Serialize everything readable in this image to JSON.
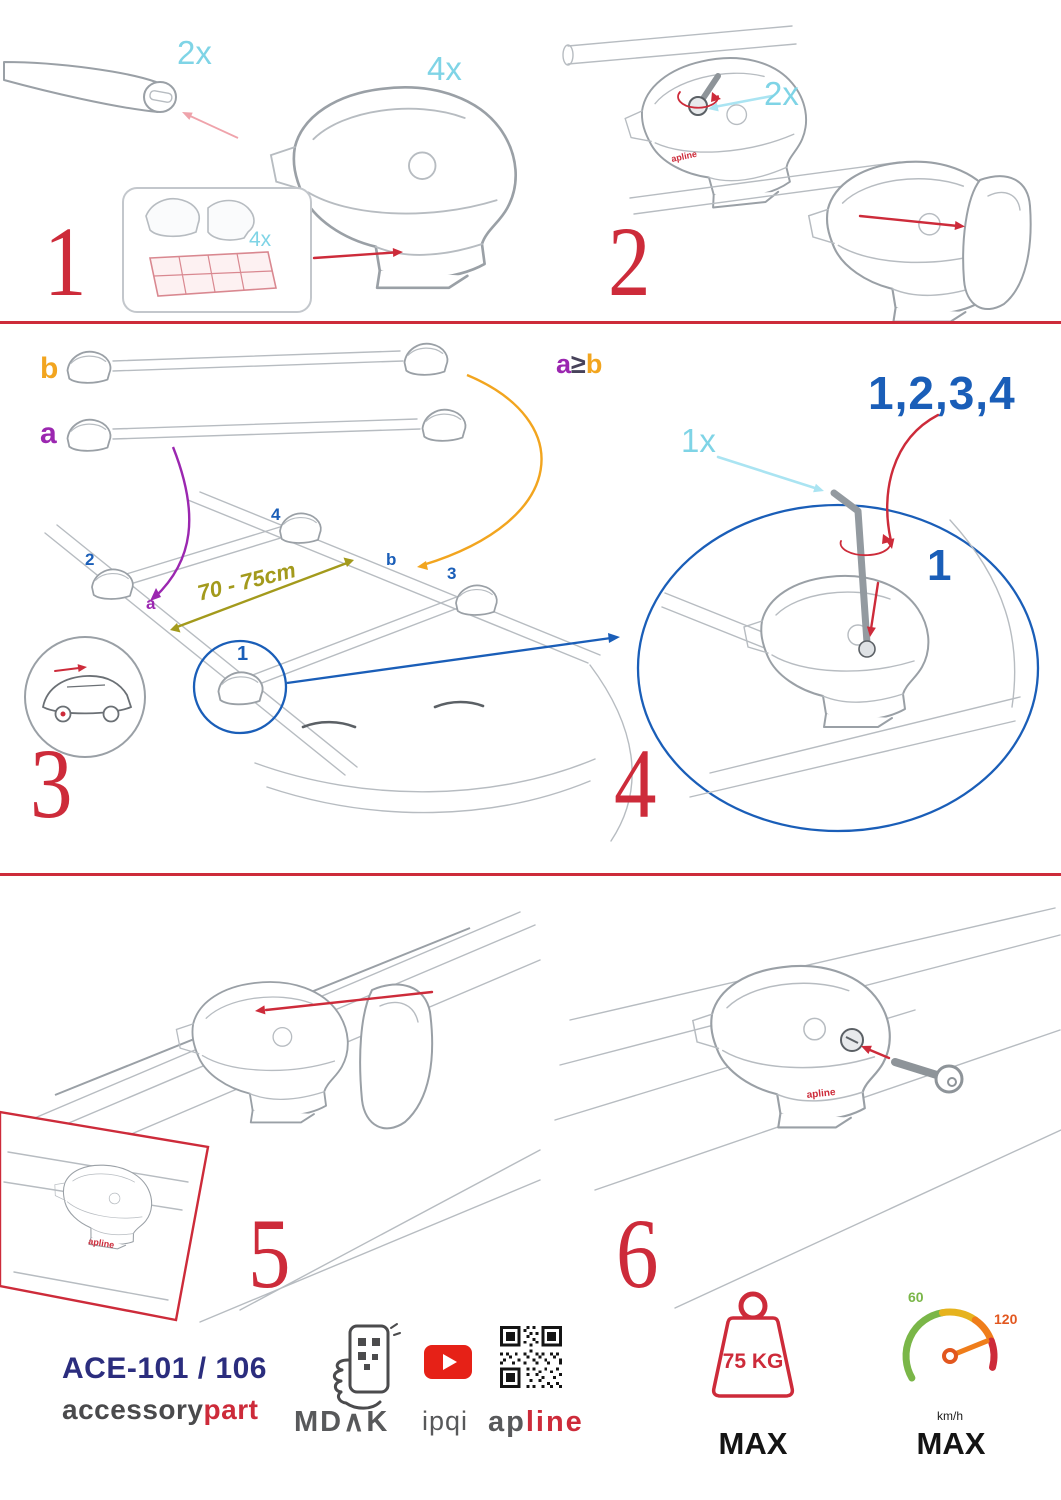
{
  "colors": {
    "accent_red": "#cd2b3a",
    "cyan": "#7fd4e6",
    "blue": "#1a5eb8",
    "purple": "#9b27b0",
    "orange": "#f2a51f",
    "olive": "#a39a1c",
    "navy": "#2b2d7e",
    "gray": "#58595b",
    "green": "#7ab648",
    "youtube_red": "#e62117"
  },
  "steps": {
    "one": {
      "number": "1",
      "bar_qty": "2x",
      "foot_qty": "4x",
      "pad_qty": "4x"
    },
    "two": {
      "number": "2",
      "lock_qty": "2x"
    },
    "three": {
      "number": "3",
      "bar_b": "b",
      "bar_a": "a",
      "cmp_a": "a",
      "cmp_op": "≥",
      "cmp_b": "b",
      "span": "70 - 75cm",
      "pos_1": "1",
      "pos_2": "2",
      "pos_3": "3",
      "pos_4": "4",
      "pos_a": "a",
      "pos_b": "b"
    },
    "four": {
      "number": "4",
      "key_qty": "1x",
      "order": "1,2,3,4",
      "first": "1"
    },
    "five": {
      "number": "5"
    },
    "six": {
      "number": "6"
    }
  },
  "branding": {
    "model": "ACE-101 / 106",
    "brand_gray": "accessory",
    "brand_red": "part",
    "mdak": "MD∧K",
    "ipqi": "ipqi",
    "apline_gray": "ap",
    "apline_red": "line",
    "apline_small": "apline"
  },
  "limits": {
    "weight": "75 KG",
    "weight_max": "MAX",
    "speed_low": "60",
    "speed_high": "120",
    "speed_unit": "km/h",
    "speed_max": "MAX"
  }
}
